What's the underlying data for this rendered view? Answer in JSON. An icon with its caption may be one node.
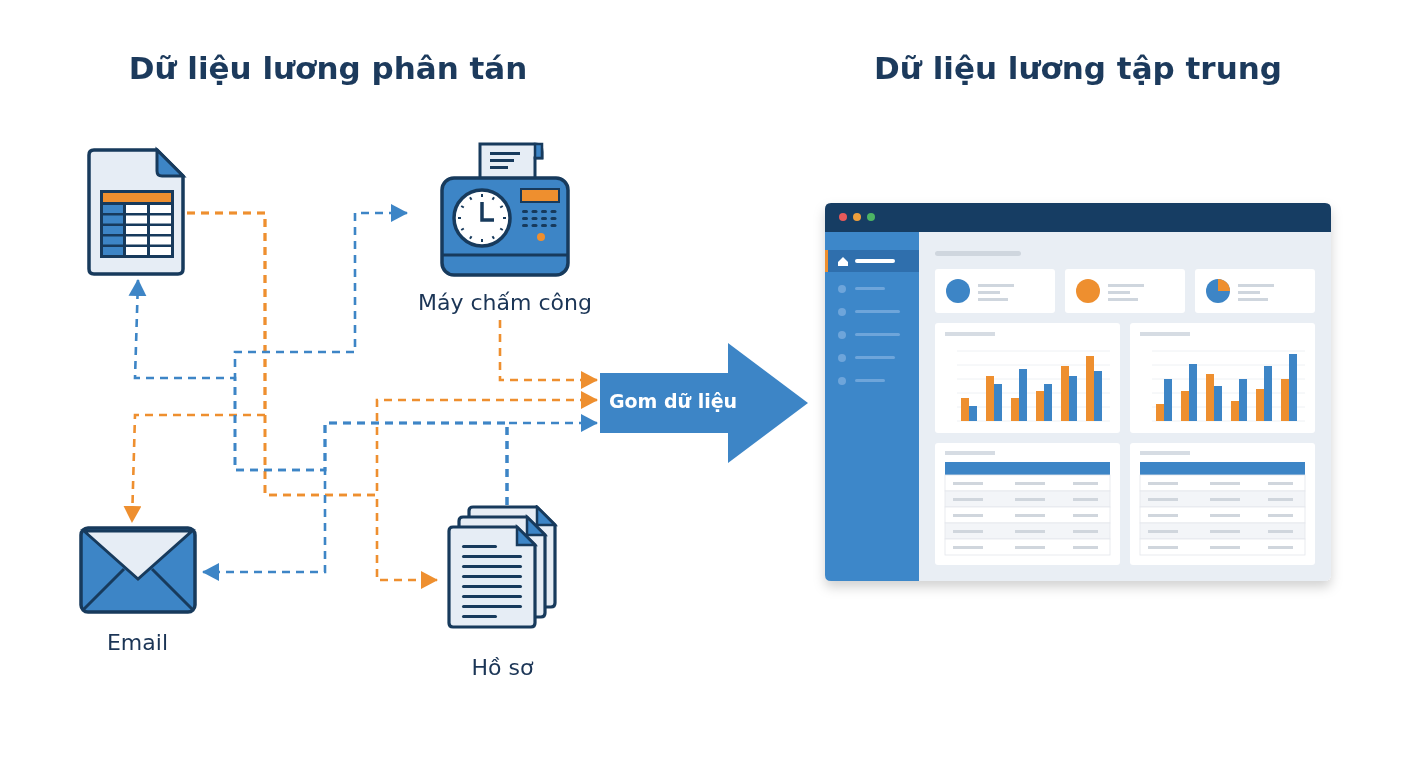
{
  "diagram": {
    "nodes": [
      {
        "text": [],
        "shape": "picture"
      },
      {
        "text": [
          "Máy chấm công"
        ]
      },
      {
        "text": [
          "Email"
        ]
      },
      {
        "text": [
          "Hồ sơ"
        ]
      },
      {
        "text": [
          "Gom dữ liệu"
        ]
      },
      {
        "text": [],
        "shape": "picture"
      }
    ],
    "edges": [
      {
        "from": 0,
        "to": 2,
        "arrow": "to",
        "style": "dashed",
        "color": "#ee8f2f"
      },
      {
        "from": 0,
        "to": 3,
        "arrow": "to",
        "style": "dashed",
        "color": "#ee8f2f"
      },
      {
        "from": 0,
        "to": 4,
        "arrow": "to",
        "style": "dashed",
        "color": "#ee8f2f"
      },
      {
        "from": 1,
        "to": 4,
        "arrow": "to",
        "style": "dashed",
        "color": "#ee8f2f"
      },
      {
        "from": 3,
        "to": 4,
        "arrow": "to",
        "style": "dashed",
        "color": "#3d85c6"
      },
      {
        "from": 3,
        "to": 2,
        "arrow": "to",
        "style": "dashed",
        "color": "#3d85c6"
      },
      {
        "from": 3,
        "to": 0,
        "arrow": "to",
        "style": "dashed",
        "color": "#3d85c6"
      },
      {
        "from": 3,
        "to": 1,
        "arrow": "to",
        "style": "dashed",
        "color": "#3d85c6"
      }
    ],
    "labels": [
      "Dữ liệu lương phân tán",
      "Dữ liệu lương tập trung"
    ]
  }
}
